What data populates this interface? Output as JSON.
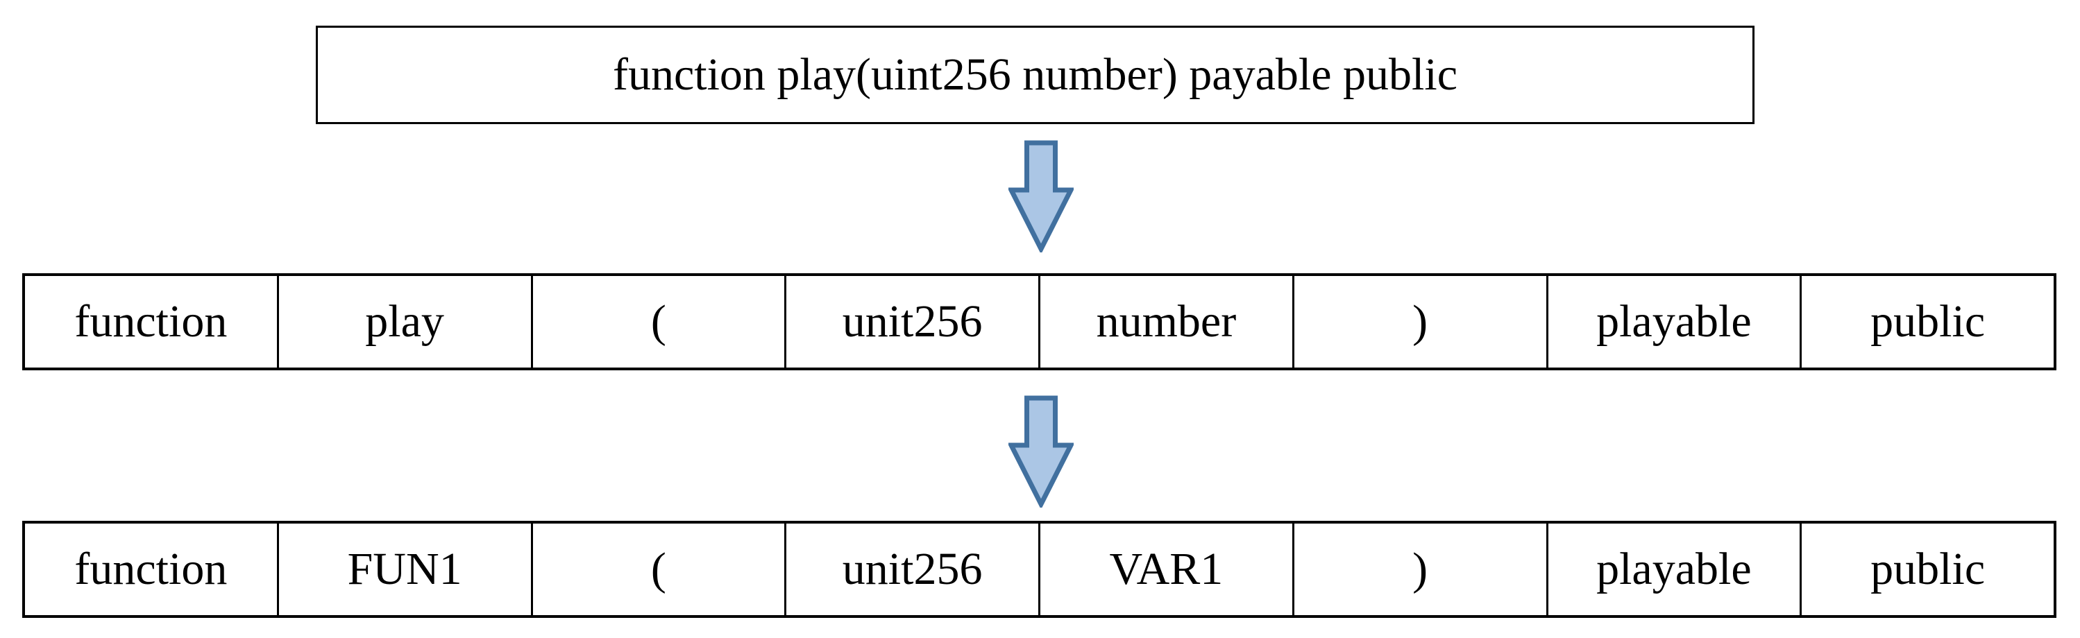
{
  "diagram": {
    "source_box": {
      "text": "function play(uint256 number) payable public"
    },
    "arrows": {
      "direction": "down",
      "fill": "#abc6e5",
      "stroke": "#41709f"
    },
    "token_row_1": {
      "cells": [
        "function",
        "play",
        "(",
        "unit256",
        "number",
        ")",
        "playable",
        "public"
      ]
    },
    "token_row_2": {
      "cells": [
        "function",
        "FUN1",
        "(",
        "unit256",
        "VAR1",
        ")",
        "playable",
        "public"
      ]
    },
    "colors": {
      "border": "#000000",
      "text": "#000000",
      "background": "#ffffff"
    }
  }
}
